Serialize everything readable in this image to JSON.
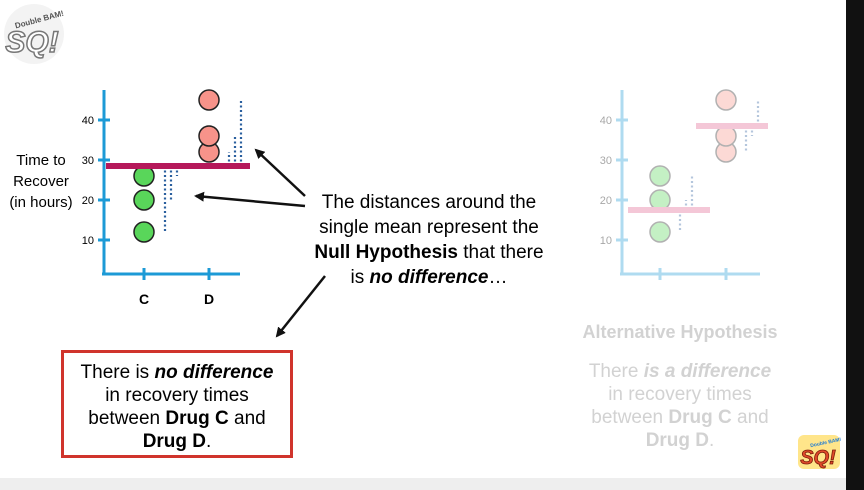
{
  "left_plot": {
    "y_label_lines": [
      "Time to",
      "Recover",
      "(in hours)"
    ],
    "y_ticks": [
      "10",
      "20",
      "30",
      "40"
    ],
    "x_ticks": [
      "C",
      "D"
    ],
    "drug_c_values": [
      12,
      20,
      26
    ],
    "drug_d_values": [
      32,
      36,
      45
    ],
    "single_mean": 28.5
  },
  "right_plot": {
    "y_ticks": [
      "10",
      "20",
      "30",
      "40"
    ],
    "drug_c_mean": 17.5,
    "drug_d_mean": 38.5
  },
  "callout": {
    "line1": "The distances around the",
    "line2": "single mean represent the",
    "bold": "Null Hypothesis",
    "line3_rest": " that there",
    "line4_pre": "is ",
    "bold_italic": "no difference",
    "line4_post": "…"
  },
  "null_box": {
    "pre": "There is ",
    "bold_italic": "no difference",
    "line2": "in recovery times",
    "line3_pre": "between ",
    "drug_c": "Drug C",
    "line3_post": " and",
    "drug_d": "Drug D",
    "end": "."
  },
  "alt": {
    "title": "Alternative Hypothesis",
    "pre": "There ",
    "bold_italic": "is a difference",
    "line2": "in recovery times",
    "line3_pre": "between ",
    "drug_c": "Drug C",
    "line3_post": " and",
    "drug_d": "Drug D",
    "end": "."
  },
  "logo": {
    "small_text": "Double BAM!",
    "main_text": "SQ!"
  },
  "colors": {
    "axis": "#1c9ad6",
    "drug_c": "#59d65a",
    "drug_d": "#f7938a",
    "mean": "#b5185a",
    "arrow": "#111111",
    "box_border": "#d0342c",
    "faded": "#d2d2d2"
  }
}
